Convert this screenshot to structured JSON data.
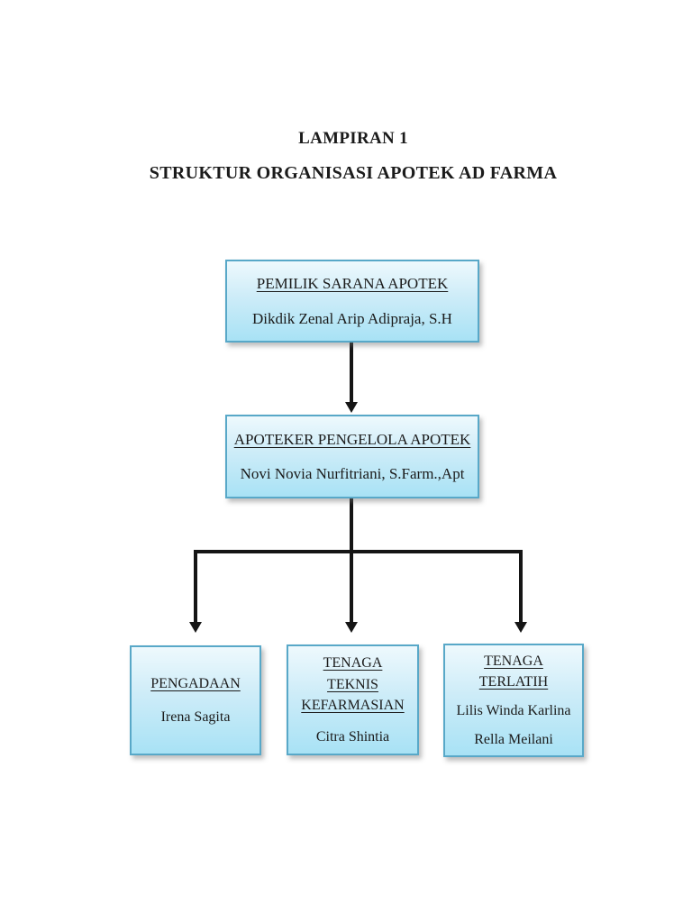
{
  "document": {
    "heading": "LAMPIRAN 1",
    "subheading": "STRUKTUR ORGANISASI APOTEK AD FARMA"
  },
  "org_chart": {
    "root": {
      "title": "PEMILIK SARANA APOTEK",
      "member": "Dikdik Zenal Arip Adipraja, S.H"
    },
    "manager": {
      "title": "APOTEKER PENGELOLA APOTEK",
      "member": "Novi Novia Nurfitriani, S.Farm.,Apt"
    },
    "departments": [
      {
        "title": "PENGADAAN",
        "members": [
          "Irena Sagita"
        ]
      },
      {
        "title": "TENAGA TEKNIS KEFARMASIAN",
        "members": [
          "Citra Shintia"
        ]
      },
      {
        "title": "TENAGA TERLATIH",
        "members": [
          "Lilis Winda Karlina",
          "Rella Meilani"
        ]
      }
    ],
    "colors": {
      "box_border": "#58a8c8",
      "box_fill_top": "#eef9fd",
      "box_fill_bottom": "#a8e2f5",
      "connector": "#151515",
      "text": "#1b1b1b"
    }
  }
}
